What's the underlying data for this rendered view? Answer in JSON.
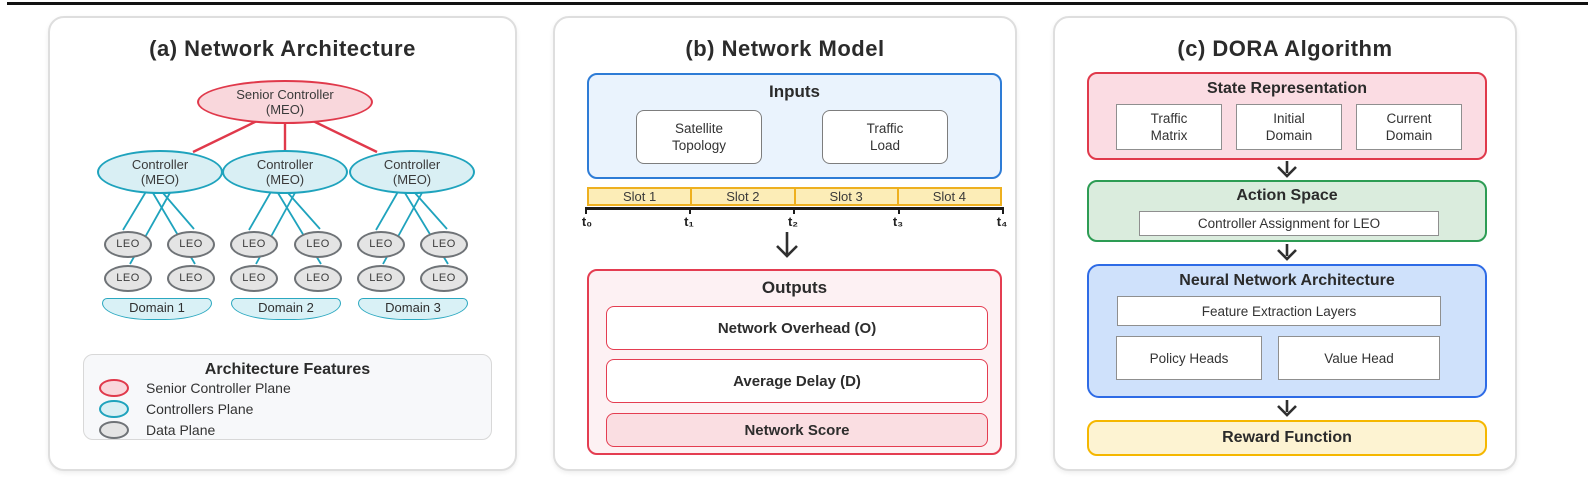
{
  "colors": {
    "red_accent": "#e0394b",
    "pink_fill": "#f9d7dc",
    "teal_accent": "#1fa3bd",
    "cyan_fill": "#d9eff4",
    "gray_node_fill": "#e4e4e4",
    "gray_node_border": "#6f7377",
    "inputs_blue_border": "#2e7cd6",
    "inputs_blue_fill": "#eaf3fd",
    "nn_blue_border": "#2e6be6",
    "nn_blue_fill": "#cfe1fb",
    "green_border": "#2d9c54",
    "green_fill": "#daecdd",
    "slot_border": "#eeb01f",
    "slot_fill": "#fcedb7",
    "reward_border": "#f5b700",
    "reward_fill": "#fdf3d2",
    "outputs_border": "#e43d51",
    "outputs_fill": "#fdf1f3",
    "score_fill": "#fadee2",
    "arrow": "#2f2f2f"
  },
  "panels": {
    "a": {
      "title": "(a) Network Architecture",
      "senior_controller": {
        "line1": "Senior Controller",
        "line2": "(MEO)"
      },
      "controller": {
        "line1": "Controller",
        "line2": "(MEO)"
      },
      "leo_label": "LEO",
      "domains": [
        "Domain 1",
        "Domain 2",
        "Domain 3"
      ],
      "legend": {
        "title": "Architecture Features",
        "items": [
          {
            "label": "Senior Controller Plane",
            "swatch": "senior-controller-plane"
          },
          {
            "label": "Controllers Plane",
            "swatch": "controllers-plane"
          },
          {
            "label": "Data Plane",
            "swatch": "data-plane"
          }
        ]
      }
    },
    "b": {
      "title": "(b) Network Model",
      "inputs": {
        "title": "Inputs",
        "items": [
          {
            "line1": "Satellite",
            "line2": "Topology"
          },
          {
            "line1": "Traffic",
            "line2": "Load"
          }
        ]
      },
      "timeline": {
        "slots": [
          "Slot 1",
          "Slot 2",
          "Slot 3",
          "Slot 4"
        ],
        "ticks": [
          "t₀",
          "t₁",
          "t₂",
          "t₃",
          "t₄"
        ]
      },
      "outputs": {
        "title": "Outputs",
        "items": [
          "Network Overhead (O)",
          "Average Delay (D)",
          "Network Score"
        ]
      }
    },
    "c": {
      "title": "(c) DORA Algorithm",
      "state": {
        "title": "State Representation",
        "items": [
          {
            "line1": "Traffic",
            "line2": "Matrix"
          },
          {
            "line1": "Initial",
            "line2": "Domain"
          },
          {
            "line1": "Current",
            "line2": "Domain"
          }
        ]
      },
      "action": {
        "title": "Action Space",
        "item": "Controller Assignment for LEO"
      },
      "nn": {
        "title": "Neural Network Architecture",
        "feature": "Feature Extraction Layers",
        "policy": "Policy Heads",
        "value": "Value Head"
      },
      "reward": {
        "title": "Reward Function"
      }
    }
  }
}
